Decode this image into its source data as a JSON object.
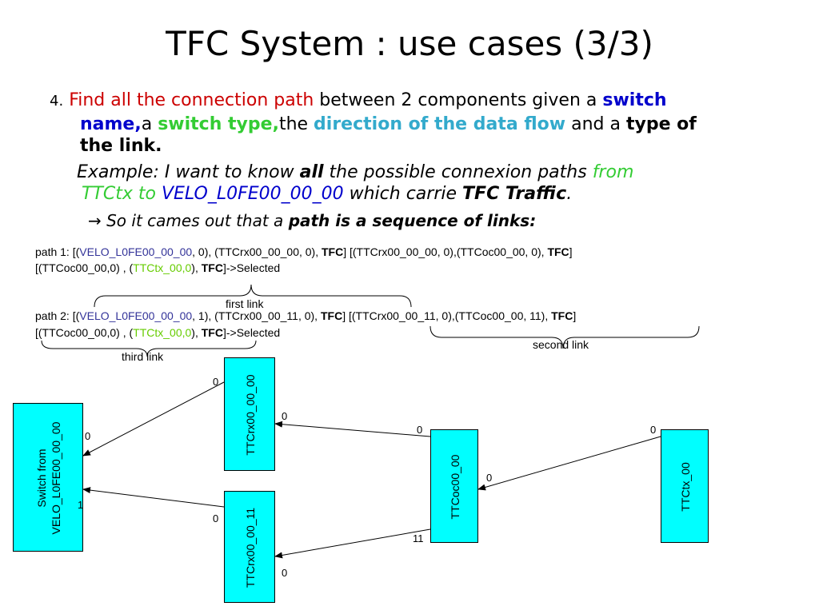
{
  "title": "TFC System : use cases (3/3)",
  "item": {
    "number": "4.",
    "find": "Find all the connection path",
    "between": "between 2 components given a",
    "switch_name_1": "switch",
    "switch_name_2": "name,",
    "a1": "a",
    "switch_type": "switch type,",
    "the": "the",
    "direction": "direction of the data flow",
    "and_a": "and a",
    "type_of": "type of",
    "the_link": "the link."
  },
  "example": {
    "prefix": "Example: I want to know",
    "all": "all",
    "mid": "the possible connexion paths",
    "from": "from",
    "ttctx": "TTCtx",
    "to": "to",
    "velo": "VELO_L0FE00_00_00",
    "which": "which carrie",
    "tfc": "TFC Traffic",
    "period": "."
  },
  "conclusion": {
    "arrow_text": "→ So it cames out  that a",
    "bold": "path is a sequence of links:"
  },
  "path1": {
    "l1_a": "path  1: [(",
    "l1_velo": "VELO_L0FE00_00_00",
    "l1_b": ", 0), (TTCrx00_00_00, 0), ",
    "l1_tfc1": "TFC",
    "l1_c": "] [(TTCrx00_00_00, 0),(TTCoc00_00, 0), ",
    "l1_tfc2": "TFC",
    "l1_d": "]",
    "l2_a": "[(TTCoc00_00,0) , (",
    "l2_ttctx": "TTCtx_00,0",
    "l2_b": "), ",
    "l2_tfc": "TFC",
    "l2_c": "]->Selected"
  },
  "path2": {
    "l1_a": "path  2: [(",
    "l1_velo": "VELO_L0FE00_00_00",
    "l1_b": ", 1), (TTCrx00_00_11, 0), ",
    "l1_tfc1": "TFC",
    "l1_c": "] [(TTCrx00_00_11, 0),(TTCoc00_00, 11), ",
    "l1_tfc2": "TFC",
    "l1_d": "]",
    "l2_a": "[(TTCoc00_00,0) , (",
    "l2_ttctx": "TTCtx_00,0",
    "l2_b": "), ",
    "l2_tfc": "TFC",
    "l2_c": "]->Selected"
  },
  "braces": {
    "first": "first link",
    "second": "second link",
    "third": "third link"
  },
  "nodes": {
    "switch_line1": "Switch from",
    "switch_line2": "VELO_L0FE00_00_00",
    "ttcrx_00": "TTCrx00_00_00",
    "ttcrx_11": "TTCrx00_00_11",
    "ttcoc": "TTCoc00_00",
    "ttctx": "TTCtx_00"
  },
  "ports": {
    "switch_top": "0",
    "switch_bottom": "1",
    "ttcrx00_in": "0",
    "ttcrx00_out": "0",
    "ttcrx11_in": "0",
    "ttcrx11_out": "0",
    "ttcoc_top": "0",
    "ttcoc_right": "0",
    "ttcoc_bottom": "11",
    "ttctx_out": "0"
  },
  "colors": {
    "box_fill": "#00ffff",
    "emphasis_red": "#cc0000",
    "emphasis_blue": "#0000cc",
    "emphasis_green": "#33cc33",
    "emphasis_teal": "#33aacc",
    "velo_blue": "#333399",
    "ttctx_green": "#66cc00"
  }
}
